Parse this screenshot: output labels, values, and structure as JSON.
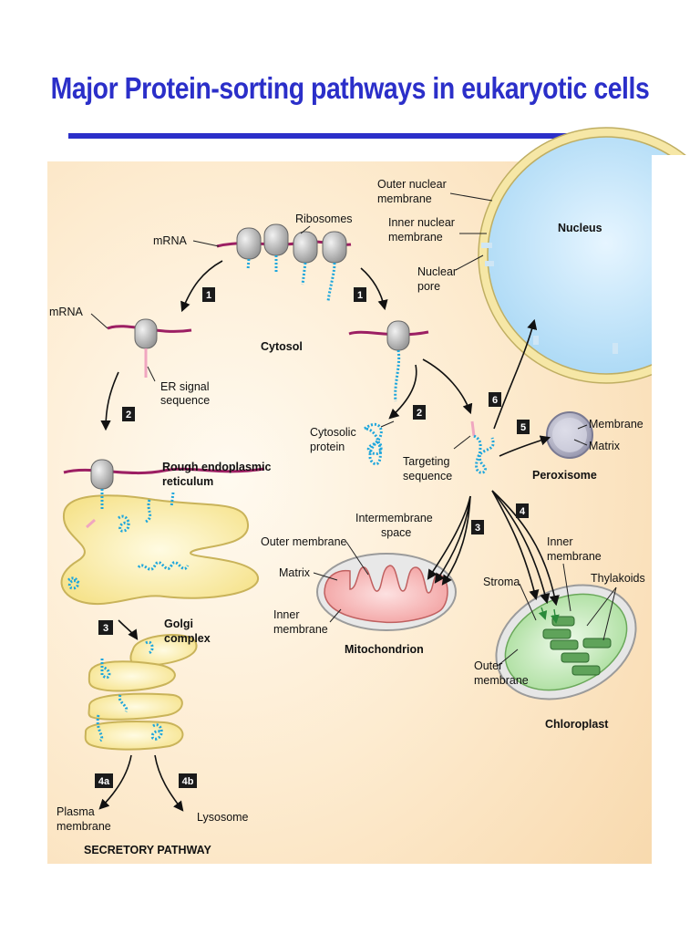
{
  "title": "Major Protein-sorting pathways in eukaryotic cells",
  "colors": {
    "title_blue": "#2b2fc9",
    "background_cream": "#fbe6c4",
    "mrna_magenta": "#9c1f63",
    "protein_cyan": "#1ea6dc",
    "step_box": "#1a1a1a",
    "step_box_yellow": "#e4b93a"
  },
  "labels": {
    "mrna_top": "mRNA",
    "ribosomes": "Ribosomes",
    "mrna_left": "mRNA",
    "er_signal_1": "ER signal",
    "er_signal_2": "sequence",
    "cytosol": "Cytosol",
    "cytosolic_protein_1": "Cytosolic",
    "cytosolic_protein_2": "protein",
    "targeting_1": "Targeting",
    "targeting_2": "sequence",
    "rough_er_1": "Rough endoplasmic",
    "rough_er_2": "reticulum",
    "golgi_1": "Golgi",
    "golgi_2": "complex",
    "plasma_membrane_1": "Plasma",
    "plasma_membrane_2": "membrane",
    "lysosome": "Lysosome",
    "secretory_pathway": "SECRETORY PATHWAY",
    "outer_nuclear_1": "Outer nuclear",
    "outer_nuclear_2": "membrane",
    "inner_nuclear_1": "Inner nuclear",
    "inner_nuclear_2": "membrane",
    "nuclear_pore_1": "Nuclear",
    "nuclear_pore_2": "pore",
    "nucleus": "Nucleus",
    "membrane": "Membrane",
    "matrix": "Matrix",
    "peroxisome": "Peroxisome",
    "intermembrane_1": "Intermembrane",
    "intermembrane_2": "space",
    "outer_membrane_mito": "Outer membrane",
    "matrix_mito": "Matrix",
    "inner_membrane_mito_1": "Inner",
    "inner_membrane_mito_2": "membrane",
    "mitochondrion": "Mitochondrion",
    "inner_membrane_chloro_1": "Inner",
    "inner_membrane_chloro_2": "membrane",
    "thylakoids": "Thylakoids",
    "stroma": "Stroma",
    "outer_membrane_chloro_1": "Outer",
    "outer_membrane_chloro_2": "membrane",
    "chloroplast": "Chloroplast"
  },
  "steps": {
    "s1_left": "1",
    "s1_right": "1",
    "s2_left": "2",
    "s2_right": "2",
    "s3_left": "3",
    "s3_right": "3",
    "s4": "4",
    "s5": "5",
    "s6": "6",
    "s4a": "4a",
    "s4b": "4b"
  }
}
